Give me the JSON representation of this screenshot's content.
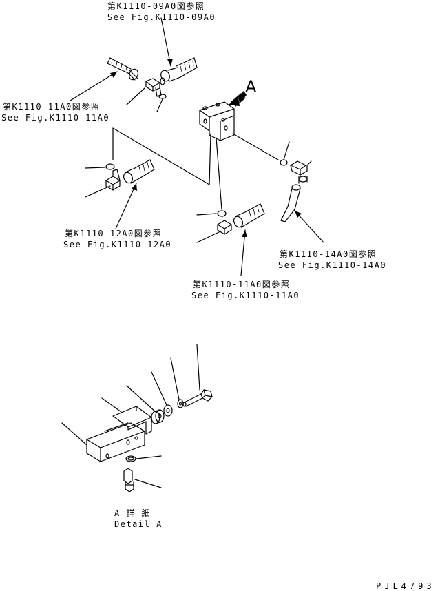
{
  "callouts": {
    "k1110_09a0": {
      "jp": "第K1110-09A0図参照",
      "en": "See Fig.K1110-09A0"
    },
    "k1110_11a0_left": {
      "jp": "第K1110-11A0図参照",
      "en": "See Fig.K1110-11A0"
    },
    "k1110_12a0": {
      "jp": "第K1110-12A0図参照",
      "en": "See Fig.K1110-12A0"
    },
    "k1110_14a0": {
      "jp": "第K1110-14A0図参照",
      "en": "See Fig.K1110-14A0"
    },
    "k1110_11a0_bottom": {
      "jp": "第K1110-11A0図参照",
      "en": "See Fig.K1110-11A0"
    }
  },
  "view_marker": "A",
  "detail": {
    "jp": "A 詳 細",
    "en": "Detail A"
  },
  "drawing_number": "PJL4793",
  "colors": {
    "line": "#000000",
    "background": "#ffffff"
  }
}
